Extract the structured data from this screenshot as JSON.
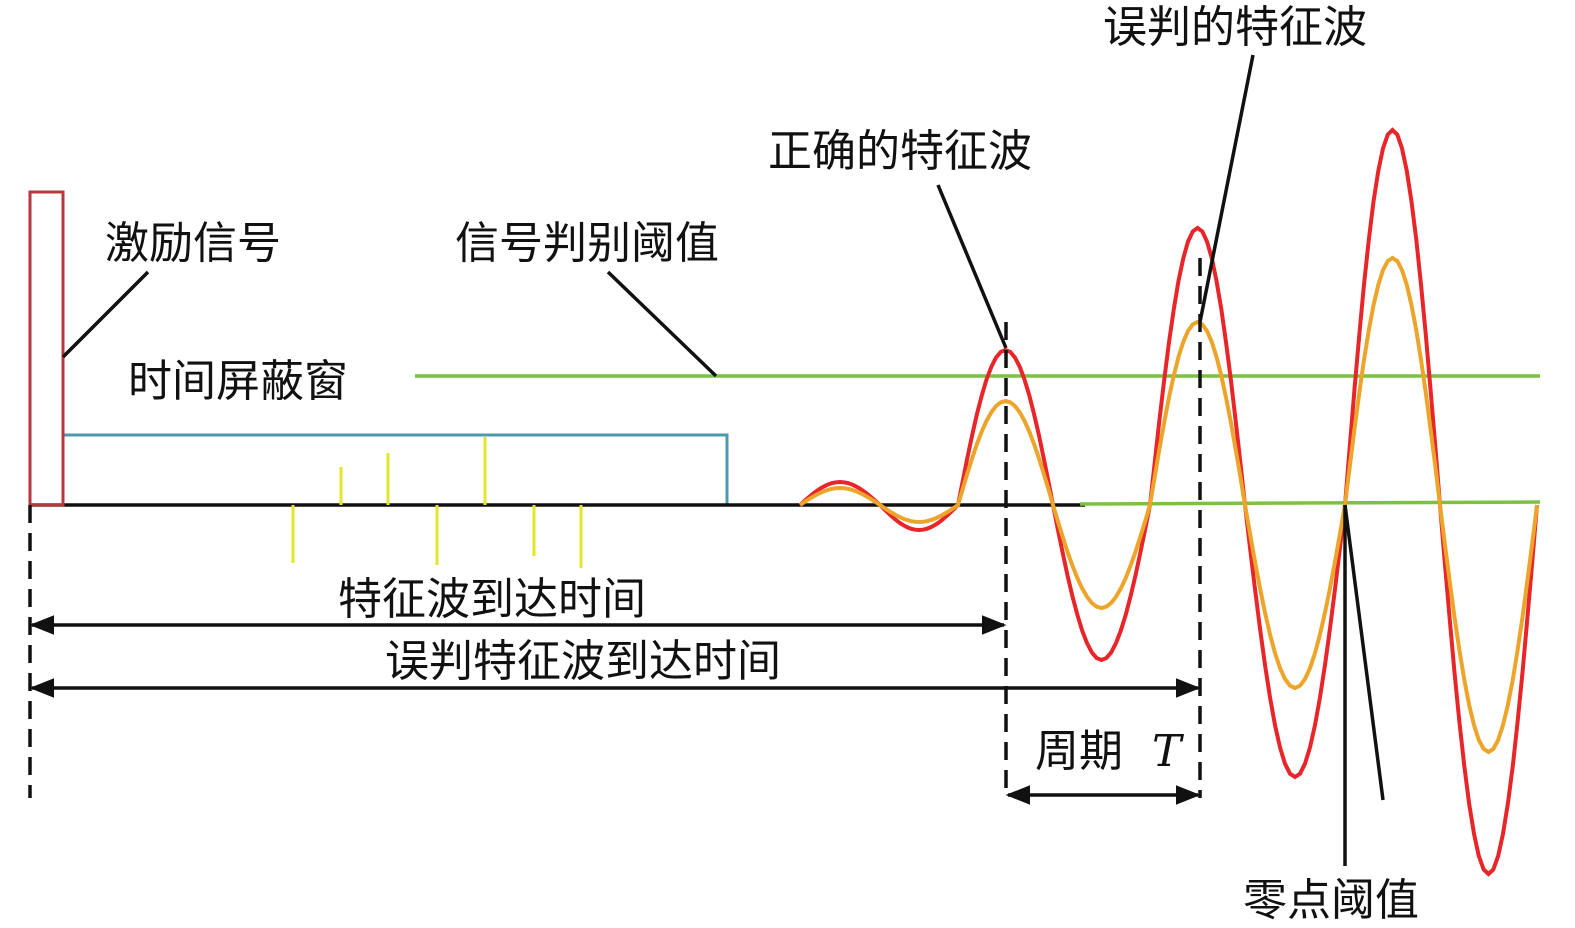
{
  "labels": {
    "excitation_signal": "激励信号",
    "threshold": "信号判别阈值",
    "time_mask_window": "时间屏蔽窗",
    "correct_wave": "正确的特征波",
    "misjudged_wave": "误判的特征波",
    "arrival_time": "特征波到达时间",
    "misjudged_arrival_time": "误判特征波到达时间",
    "period": "周期",
    "period_symbol": "T",
    "zero_threshold": "零点阈值"
  },
  "colors": {
    "excitation": "#b5383d",
    "window": "#4f98ad",
    "threshold": "#7cc242",
    "noise": "#e4e62a",
    "wave_red": "#e8262a",
    "wave_orange": "#eda42a",
    "line": "#111111"
  }
}
